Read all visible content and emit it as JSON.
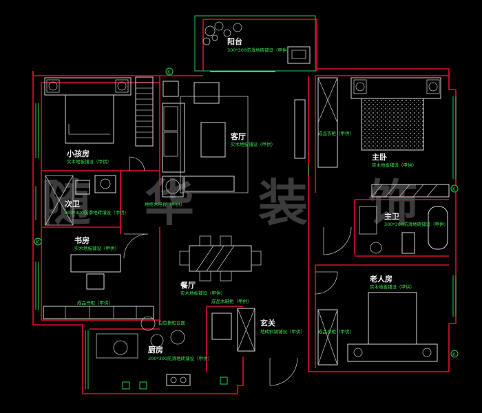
{
  "watermark": [
    "随",
    "华",
    "装",
    "饰"
  ],
  "north_marker": "K",
  "rooms": {
    "balcony": {
      "name": "阳台",
      "note": "300*300防滑地砖铺设（甲供）"
    },
    "small_bedroom": {
      "name": "小孩房",
      "note": "实木地板铺设（甲供）"
    },
    "living_room": {
      "name": "客厅",
      "note": "实木地板铺设（甲供）"
    },
    "master_bedroom": {
      "name": "主卧",
      "note": "实木地板铺设（甲供）"
    },
    "wardrobe_master": {
      "note": "成品衣柜（甲供）"
    },
    "guest_bath": {
      "name": "次卫",
      "note": "300*300防滑地砖铺设（甲供）"
    },
    "tv_cabinet": {
      "note": "地柜木电视（甲供）"
    },
    "master_bath": {
      "name": "主卫",
      "note": "300*300防滑地砖铺设（甲供）"
    },
    "study": {
      "name": "书房",
      "note": "实木地板铺设（甲供）"
    },
    "bookcase": {
      "note": "成品书柜（甲供）"
    },
    "dining": {
      "name": "餐厅",
      "note": "实木地板铺设（甲供）"
    },
    "shoe_cabinet": {
      "note": "成品木鞋柜（甲供）"
    },
    "entry": {
      "name": "玄关",
      "note": "地砖斜铺铺设（甲供）"
    },
    "elderly_room": {
      "name": "老人房",
      "note": "实木地板铺设（甲供）"
    },
    "wardrobe_elderly": {
      "note": "成品衣柜（甲供）"
    },
    "kitchen": {
      "name": "厨房",
      "note": "300*300防滑地砖铺设（甲供）"
    },
    "kitchen_counter": {
      "note": "白色橱柜台面"
    }
  }
}
